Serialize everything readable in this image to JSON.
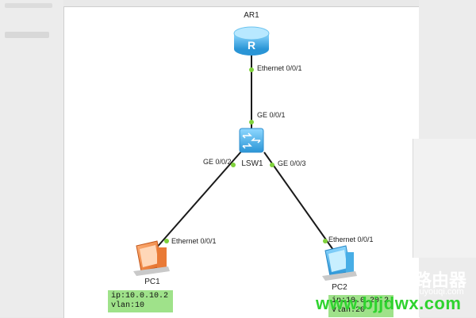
{
  "nodes": {
    "router": {
      "name": "AR1"
    },
    "switch": {
      "name": "LSW1"
    },
    "pc1": {
      "name": "PC1",
      "ip": "ip:10.0.10.2",
      "vlan": "vlan:10"
    },
    "pc2": {
      "name": "PC2",
      "ip": "ip:10.0.20.2",
      "vlan": "vlan:20"
    }
  },
  "links": [
    {
      "from": "AR1",
      "from_port": "Ethernet 0/0/1",
      "to": "LSW1",
      "to_port": "GE 0/0/1"
    },
    {
      "from": "LSW1",
      "from_port": "GE 0/0/2",
      "to": "PC1",
      "to_port": "Ethernet 0/0/1"
    },
    {
      "from": "LSW1",
      "from_port": "GE 0/0/3",
      "to": "PC2",
      "to_port": "Ethernet 0/0/1"
    }
  ],
  "watermark": {
    "domain": "www.bjjdwx.com",
    "brand_cn": "路由器",
    "brand_en": "luyouqi.com"
  },
  "colors": {
    "link_line": "#1a1a1a",
    "port_dot": "#7fd13b",
    "device_blue": "#3fb0e8",
    "pc1_orange": "#f08a3c",
    "ip_box": "#9fe28a",
    "watermark_green": "#2fd32f"
  },
  "icons": {
    "router": "router-icon",
    "switch": "switch-icon",
    "pc1": "pc-icon",
    "pc2": "pc-icon"
  }
}
